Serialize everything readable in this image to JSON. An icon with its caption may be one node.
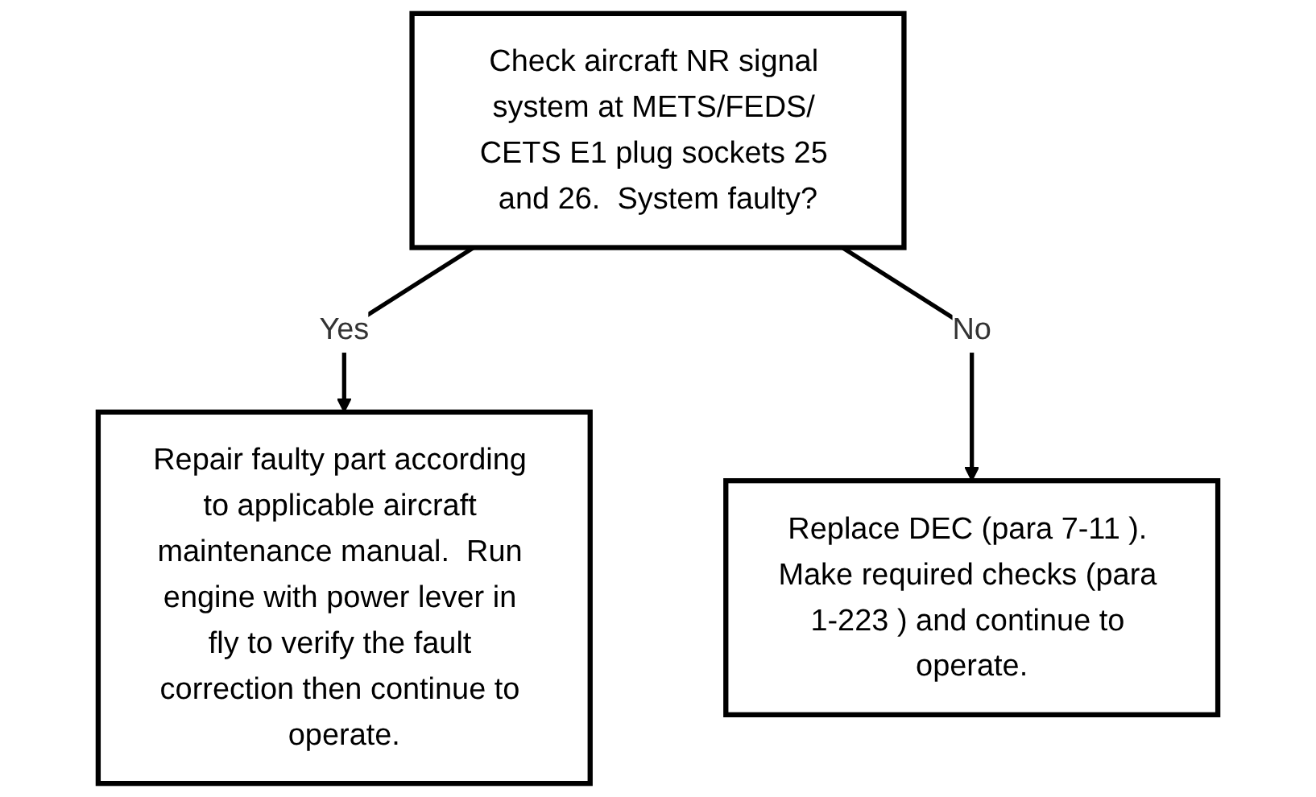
{
  "diagram": {
    "nodes": [
      {
        "text": [
          "Check aircraft NR signal system at METS/FEDS/ CETS E1 plug sockets 25 and 26.  System faulty?"
        ]
      },
      {
        "text": [
          "Repair faulty part according to applicable aircraft maintenance manual.  Run engine with power lever in fly to verify the fault correction then continue to operate."
        ]
      },
      {
        "text": [
          "Replace DEC (para 7-11 ). Make required checks (para 1-223 ) and continue to operate."
        ]
      }
    ],
    "edges": [
      {
        "from": 0,
        "to": 1,
        "label": "Yes",
        "arrow": "to"
      },
      {
        "from": 0,
        "to": 2,
        "label": "No",
        "arrow": "to"
      }
    ]
  }
}
